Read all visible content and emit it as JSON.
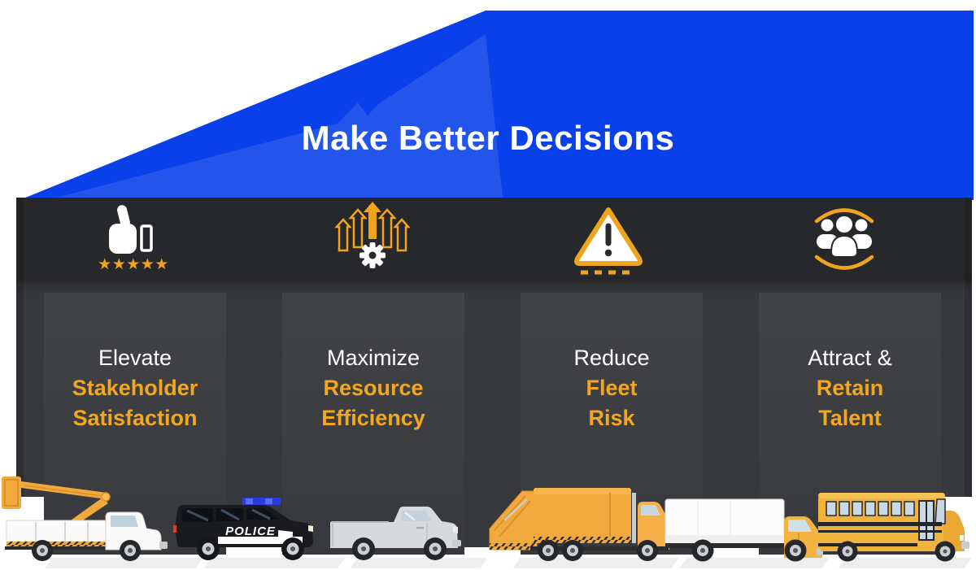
{
  "banner": {
    "title": "Make Better Decisions"
  },
  "rating": {
    "stars": "★★★★★"
  },
  "pillars": [
    {
      "icon": "thumbs-up-rating-icon",
      "line1": "Elevate",
      "line2": "Stakeholder",
      "line3": "Satisfaction"
    },
    {
      "icon": "growth-arrows-gear-icon",
      "line1": "Maximize",
      "line2": "Resource",
      "line3": "Efficiency"
    },
    {
      "icon": "warning-triangle-icon",
      "line1": "Reduce",
      "line2": "Fleet",
      "line3": "Risk"
    },
    {
      "icon": "team-people-icon",
      "line1": "Attract &",
      "line2": "Retain",
      "line3": "Talent"
    }
  ],
  "vehicles": {
    "police_label": "POLICE"
  },
  "colors": {
    "roof_blue": "#0A40E9",
    "band_dark": "#27282B",
    "wall_gray": "#36383B",
    "accent_amber": "#F0A41E",
    "vehicle_amber": "#F2A93C"
  }
}
